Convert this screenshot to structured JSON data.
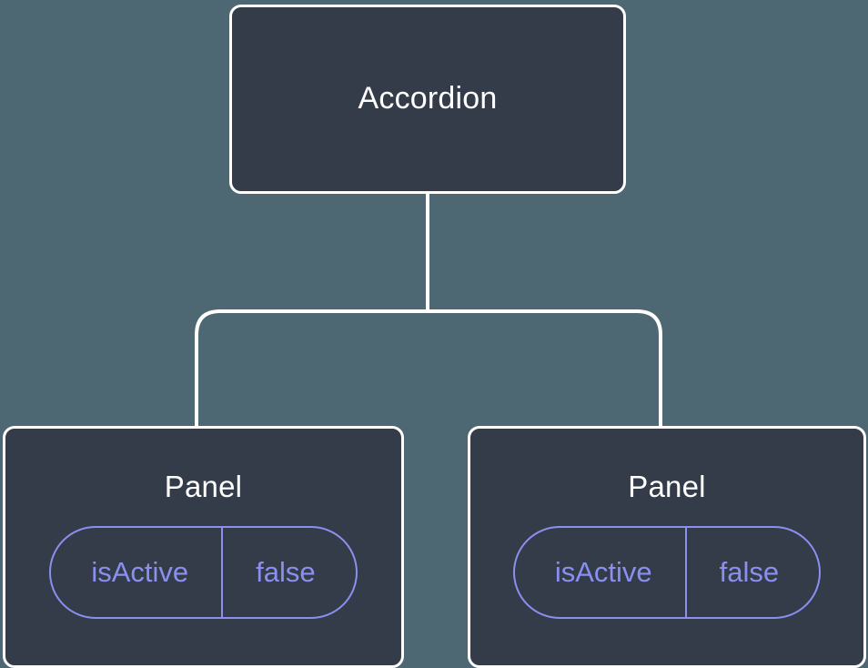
{
  "diagram": {
    "type": "component-tree",
    "background_color": "#4d6873",
    "node_fill_color": "#343b49",
    "node_border_color": "#ffffff",
    "connector_color": "#ffffff",
    "prop_accent_color": "#8b8ff0",
    "root": {
      "title": "Accordion"
    },
    "children": [
      {
        "title": "Panel",
        "prop": {
          "key": "isActive",
          "value": "false"
        }
      },
      {
        "title": "Panel",
        "prop": {
          "key": "isActive",
          "value": "false"
        }
      }
    ]
  }
}
